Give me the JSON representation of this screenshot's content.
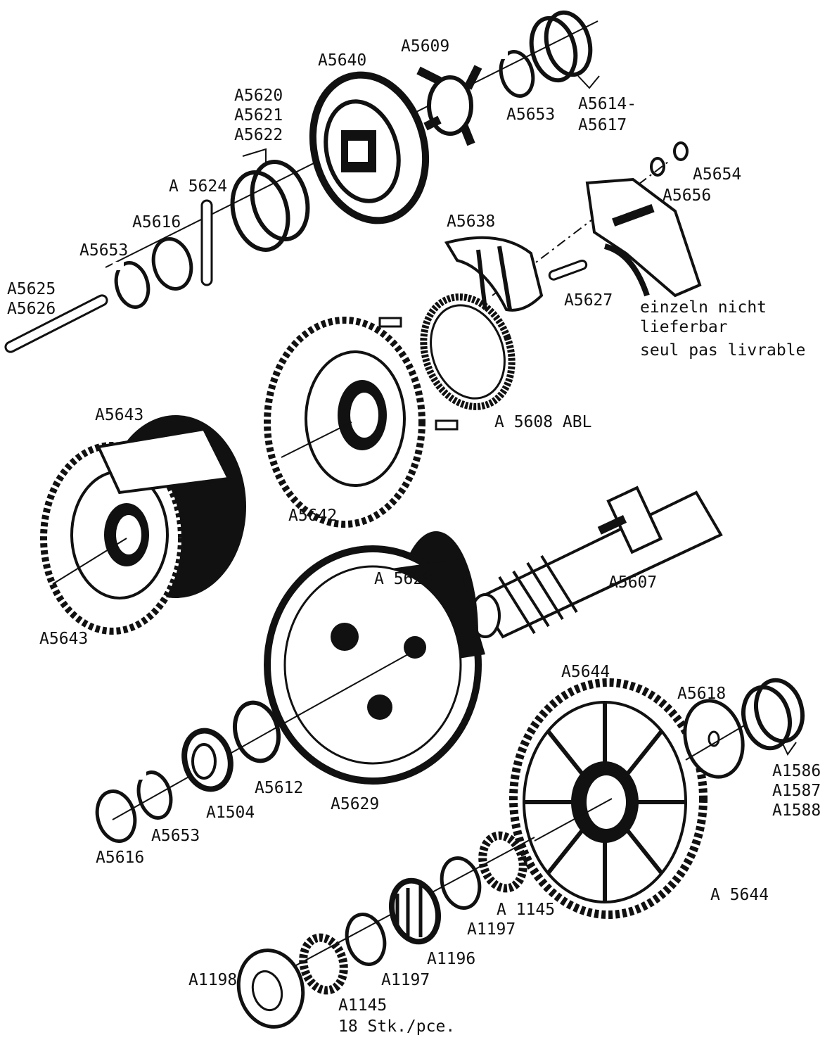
{
  "labels": {
    "a5640": "A5640",
    "a5609": "A5609",
    "a5620": "A5620",
    "a5621": "A5621",
    "a5622": "A5622",
    "a5653_top": "A5653",
    "a5614": "A5614-",
    "a5617": "A5617",
    "a5624": "A 5624",
    "a5616_top": "A5616",
    "a5653_mid": "A5653",
    "a5625": "A5625",
    "a5626": "A5626",
    "a5654": "A5654",
    "a5656": "A5656",
    "a5638": "A5638",
    "a5627": "A5627",
    "note_de_1": "einzeln nicht",
    "note_de_2": "lieferbar",
    "note_fr": "seul pas livrable",
    "a5643_top": "A5643",
    "a5608": "A 5608 ABL",
    "a5642": "A5642",
    "a5629_top": "A 5629",
    "a5607": "A5607",
    "a5643_bottom": "A5643",
    "a5644_top": "A5644",
    "a5618": "A5618",
    "a1586": "A1586",
    "a1587": "A1587",
    "a1588": "A1588",
    "a5612": "A5612",
    "a1504": "A1504",
    "a5629_bottom": "A5629",
    "a5653_bottom": "A5653",
    "a5616_bottom": "A5616",
    "a5644_bottom": "A 5644",
    "a1145_top": "A 1145",
    "a1197_top": "A1197",
    "a1196": "A1196",
    "a1197_bottom": "A1197",
    "a1198": "A1198",
    "a1145_bottom": "A1145",
    "qty_note": "18 Stk./pce."
  }
}
